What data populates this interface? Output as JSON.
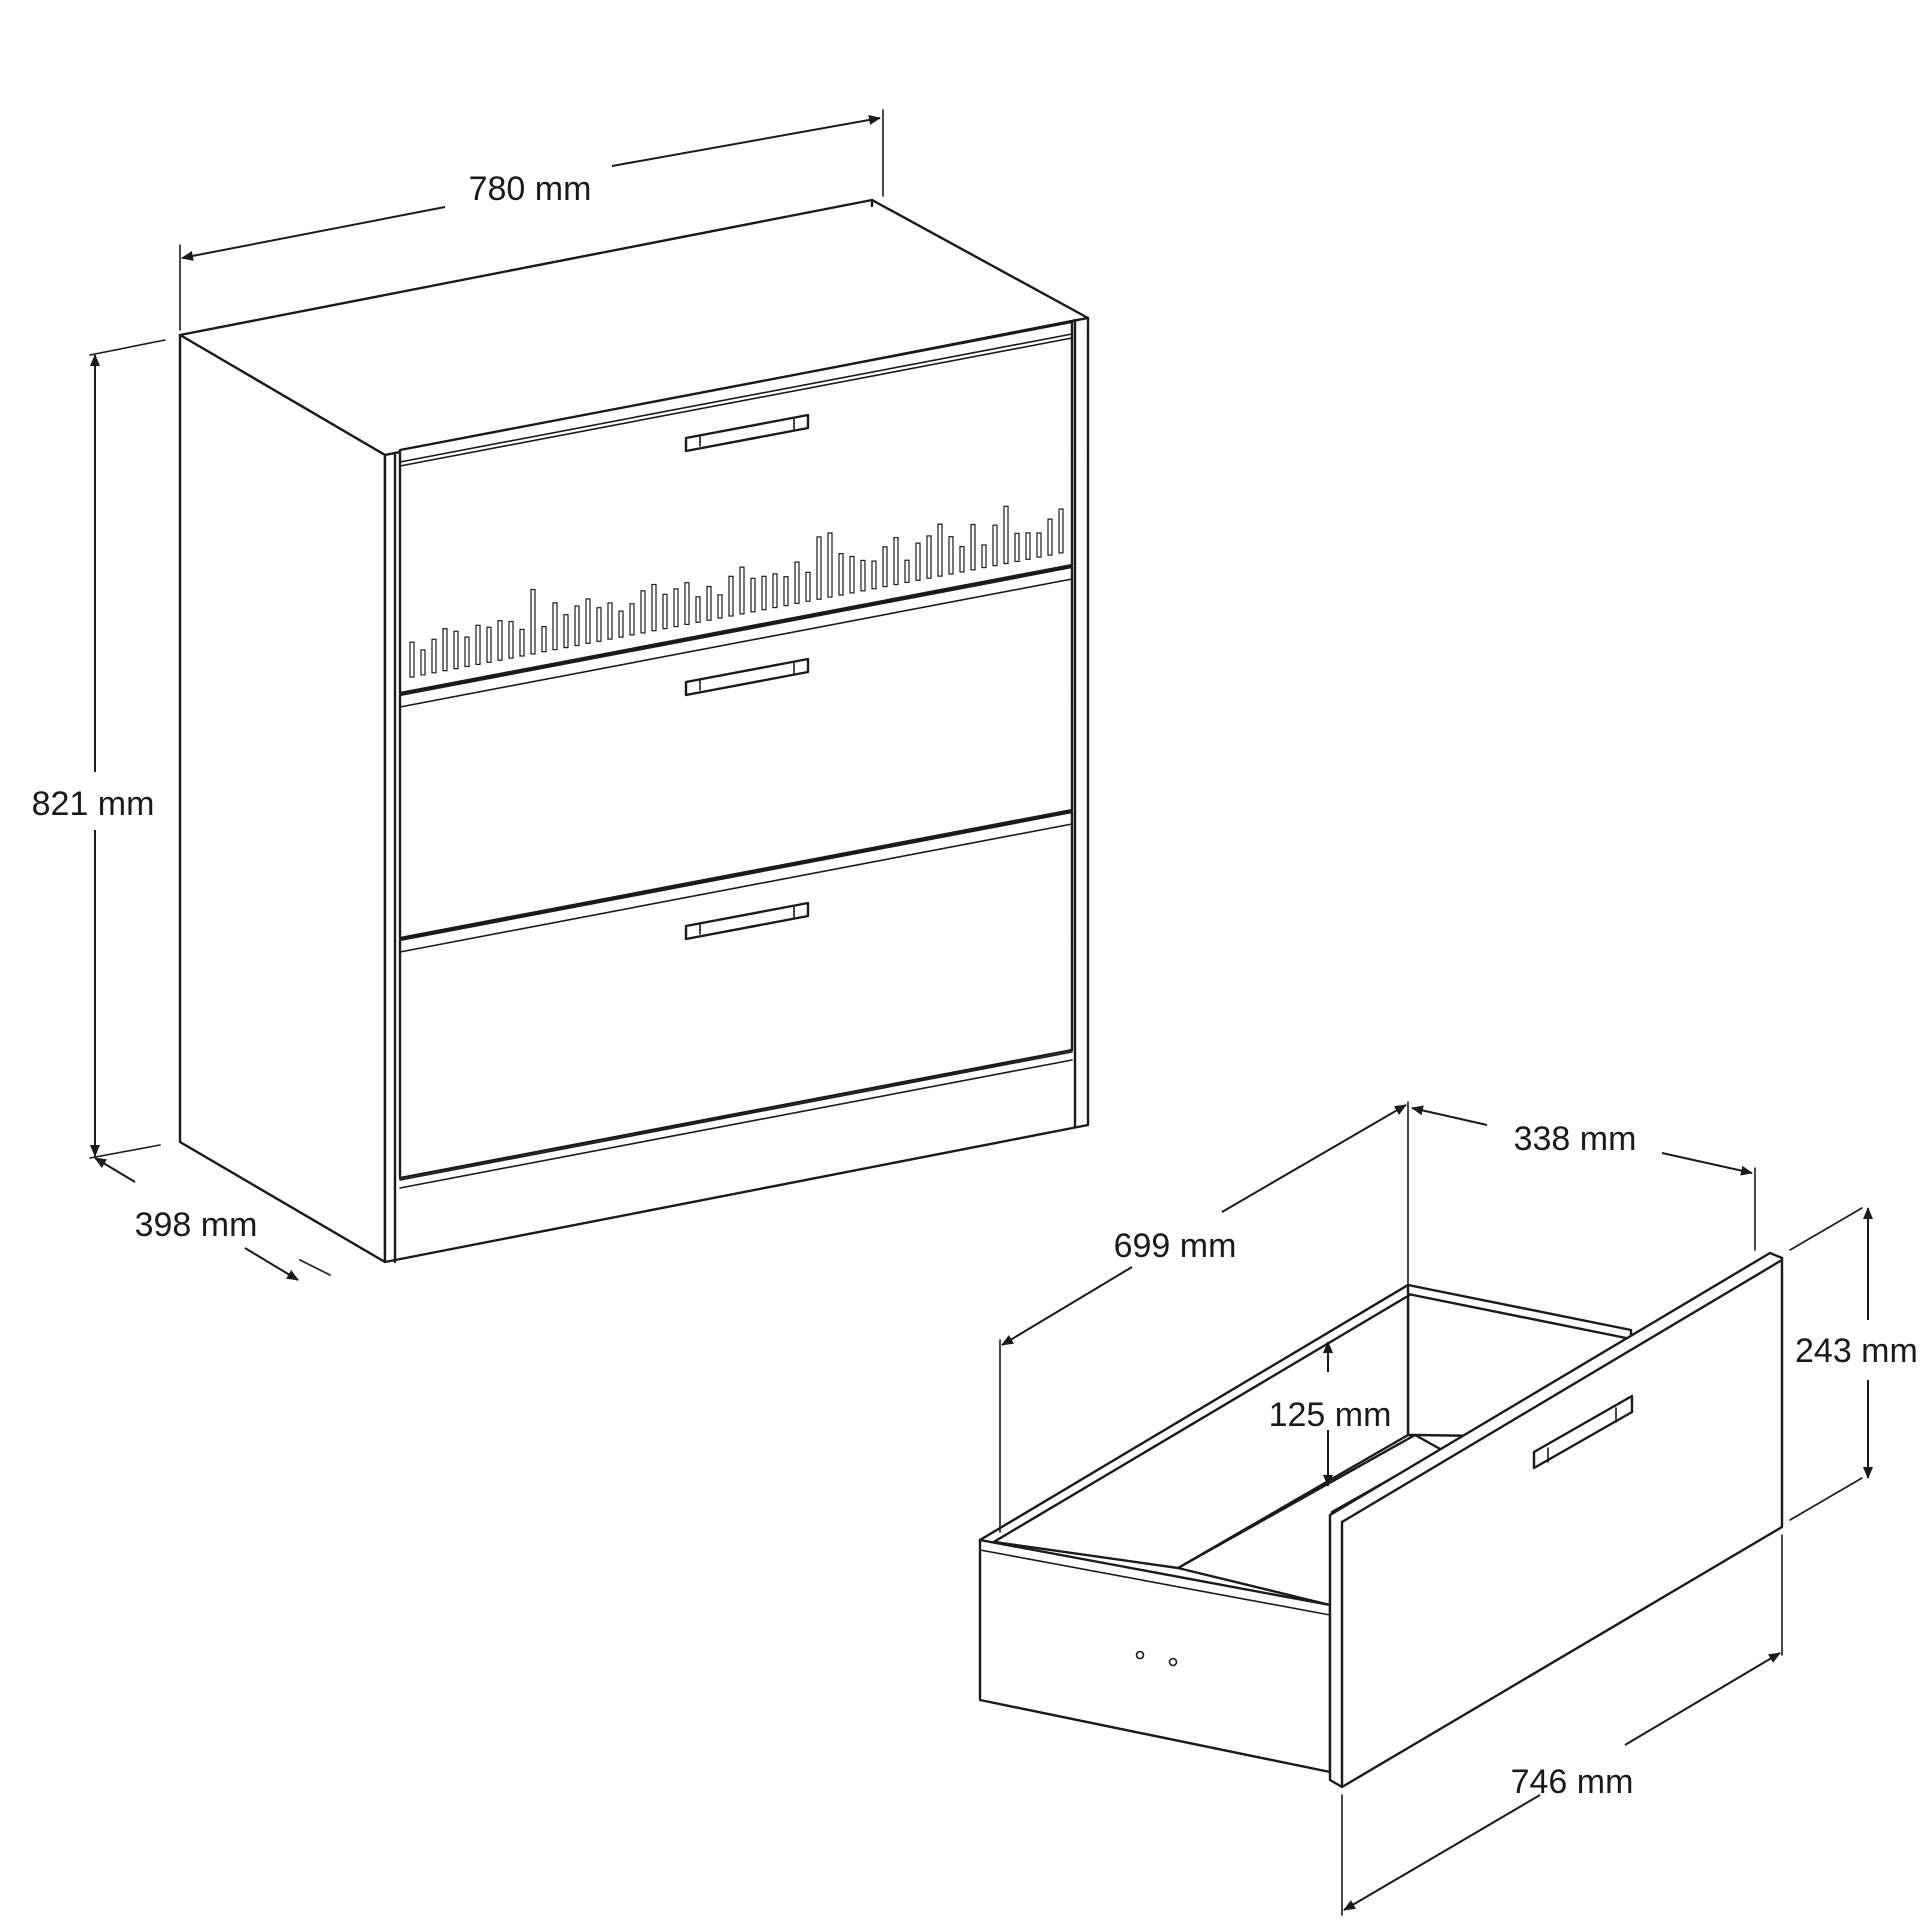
{
  "dimensions": {
    "chest_width": "780 mm",
    "chest_height": "821 mm",
    "chest_depth": "398 mm",
    "drawer_depth": "699 mm",
    "drawer_side": "338 mm",
    "drawer_height": "243 mm",
    "drawer_inner_height": "125 mm",
    "drawer_width": "746 mm"
  }
}
